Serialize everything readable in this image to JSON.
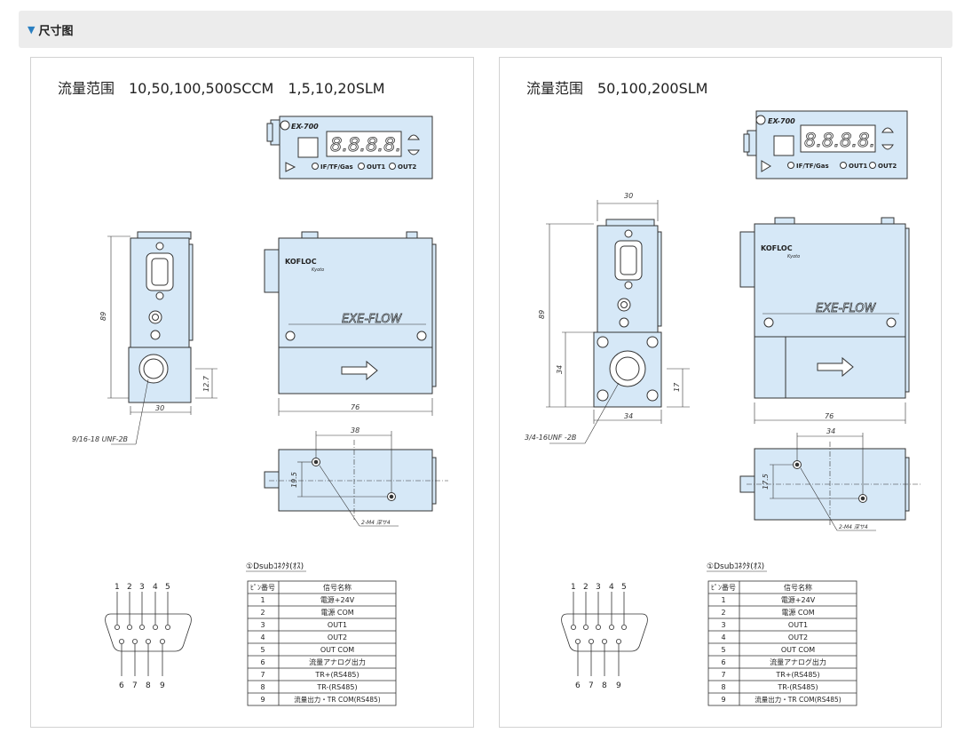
{
  "header": {
    "title": "尺寸图"
  },
  "panels": [
    {
      "title": "流量范围　10,50,100,500SCCM　1,5,10,20SLM",
      "display": {
        "model": "EX-700",
        "digits": "8.8.8.8.",
        "status_labels": [
          "IF/TF/Gas",
          "OUT1",
          "OUT2"
        ]
      },
      "brand": "KOFLOC",
      "brand_sub": "Kyoto",
      "product": "EXE-FLOW",
      "dims": {
        "width_side": "30",
        "height": "89",
        "port_offset": "12.7",
        "length": "76",
        "hole_pitch": "38",
        "hole_offset": "19.5"
      },
      "callouts": {
        "thread": "9/16-18 UNF-2B",
        "mount": "2-M4 深サ4"
      }
    },
    {
      "title": "流量范围　50,100,200SLM",
      "display": {
        "model": "EX-700",
        "digits": "8.8.8.8.",
        "status_labels": [
          "IF/TF/Gas",
          "OUT1",
          "OUT2"
        ]
      },
      "brand": "KOFLOC",
      "brand_sub": "Kyoto",
      "product": "EXE-FLOW",
      "dims": {
        "top_width": "30",
        "height": "89",
        "block_height": "34",
        "block_width": "34",
        "port_offset": "17",
        "length": "76",
        "hole_pitch": "34",
        "hole_offset": "17.5"
      },
      "callouts": {
        "thread": "3/4-16UNF -2B",
        "mount": "2-M4 深サ4"
      }
    }
  ],
  "connector": {
    "title": "①Dsubｺﾈｸﾀ(ｵｽ)",
    "top_pins": [
      "1",
      "2",
      "3",
      "4",
      "5"
    ],
    "bottom_pins": [
      "6",
      "7",
      "8",
      "9"
    ],
    "table_headers": [
      "ﾋﾟﾝ番号",
      "信号名称"
    ],
    "rows": [
      [
        "1",
        "電源+24V"
      ],
      [
        "2",
        "電源 COM"
      ],
      [
        "3",
        "OUT1"
      ],
      [
        "4",
        "OUT2"
      ],
      [
        "5",
        "OUT COM"
      ],
      [
        "6",
        "流量アナログ出力"
      ],
      [
        "7",
        "TR+(RS485)"
      ],
      [
        "8",
        "TR-(RS485)"
      ],
      [
        "9",
        "流量出力・TR COM(RS485)"
      ]
    ]
  },
  "colors": {
    "body": "#d6e8f7",
    "line": "#3a3a3a",
    "accent": "#2a7fc1"
  }
}
